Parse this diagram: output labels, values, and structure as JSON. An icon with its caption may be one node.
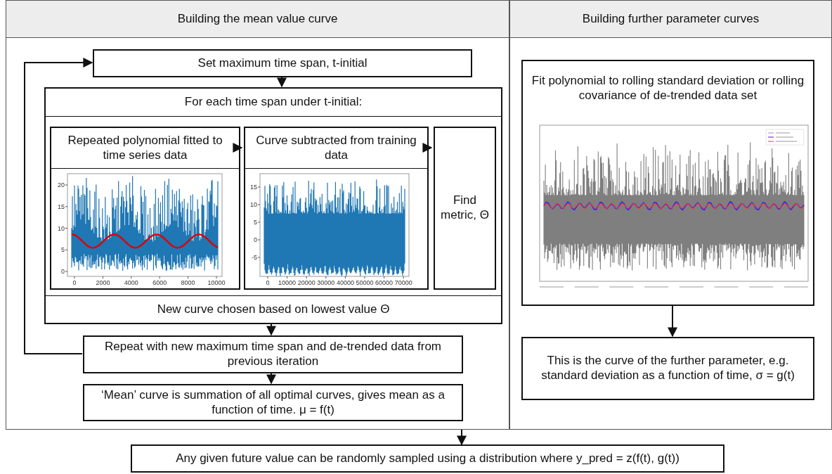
{
  "diagram": {
    "nodes": [
      {
        "text": [
          "Building the mean value curve"
        ]
      },
      {
        "text": [
          "Building further parameter curves"
        ]
      },
      {
        "text": [
          "Set maximum time span, t-initial"
        ],
        "in": 0
      },
      {
        "text": [
          "For each time span under t-initial:",
          "New curve chosen based on lowest value Θ"
        ],
        "in": 0
      },
      {
        "text": [
          "Repeated polynomial fitted to time series data"
        ],
        "in": 3
      },
      {
        "text": [
          "Curve subtracted from training data"
        ],
        "in": 3
      },
      {
        "text": [
          "Find metric, Θ"
        ],
        "in": 3
      },
      {
        "text": [
          "Repeat with new maximum time span and de-trended data from previous iteration"
        ],
        "in": 0
      },
      {
        "text": [
          "‘Mean’ curve is summation of all optimal curves, gives mean as a function of time. μ = f(t)"
        ],
        "in": 0
      },
      {
        "text": [
          "Fit polynomial to rolling standard deviation or rolling covariance of de-trended data set"
        ],
        "in": 1
      },
      {
        "text": [
          "This is the curve of the further parameter, e.g. standard deviation as a function of time, σ = g(t)"
        ],
        "in": 1
      },
      {
        "text": [
          "Any given future value can be randomly sampled using a distribution where y_pred = z(f(t), g(t))"
        ]
      }
    ],
    "edges": [
      {
        "from": 2,
        "to": 3,
        "arrow": "to"
      },
      {
        "from": 4,
        "to": 5,
        "arrow": "to"
      },
      {
        "from": 5,
        "to": 6,
        "arrow": "to"
      },
      {
        "from": 3,
        "to": 7,
        "arrow": "to"
      },
      {
        "from": 7,
        "to": 2,
        "arrow": "to"
      },
      {
        "from": 7,
        "to": 8,
        "arrow": "to"
      },
      {
        "from": 9,
        "to": 10,
        "arrow": "to"
      },
      {
        "from": 0,
        "to": 11,
        "arrow": "to"
      }
    ],
    "labels": [
      "20",
      "15",
      "10",
      "5",
      "0",
      "0",
      "2000",
      "4000",
      "6000",
      "8000",
      "10000",
      "15",
      "10",
      "5",
      "0",
      "-5",
      "0",
      "10000",
      "20000",
      "30000",
      "40000",
      "50000",
      "60000",
      "70000"
    ]
  }
}
